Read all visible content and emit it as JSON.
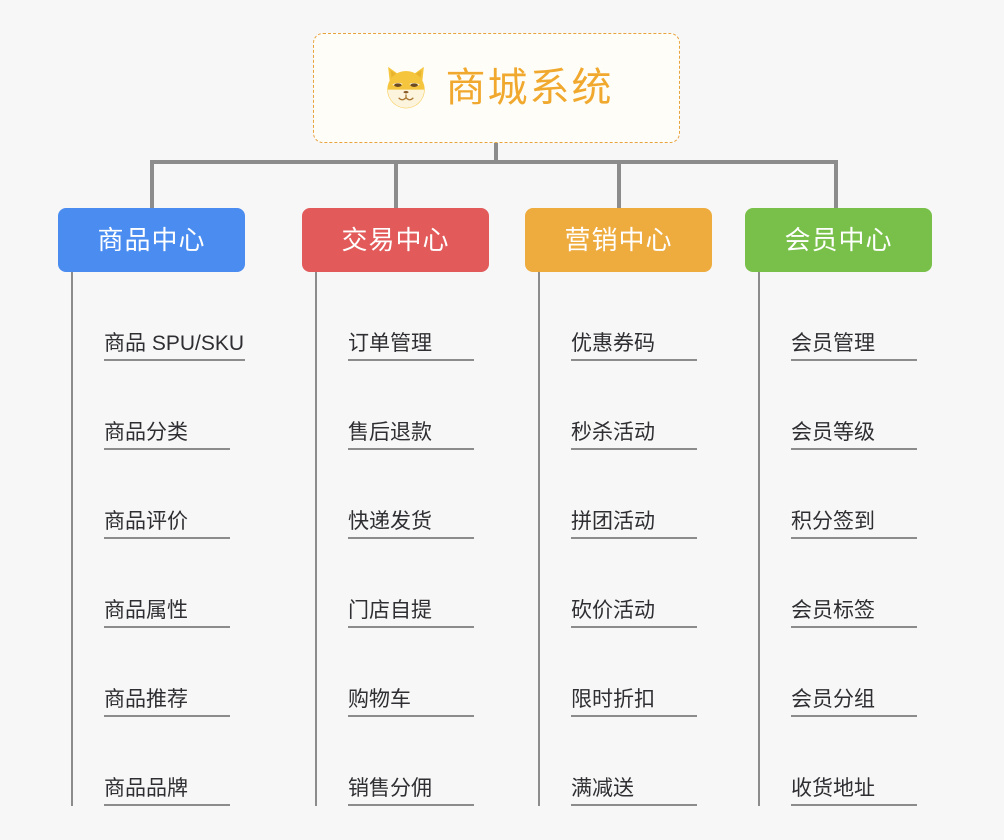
{
  "page": {
    "background_color": "#f7f7f7",
    "line_color": "#8c8c8c"
  },
  "root": {
    "icon": "shiba-dog-face-emoji",
    "title": "商城系统",
    "title_color": "#f0a92e",
    "border_color": "#e8a33d"
  },
  "columns": [
    {
      "title": "商品中心",
      "color": "#4a8cf0",
      "items": [
        "商品 SPU/SKU",
        "商品分类",
        "商品评价",
        "商品属性",
        "商品推荐",
        "商品品牌"
      ]
    },
    {
      "title": "交易中心",
      "color": "#e25a5a",
      "items": [
        "订单管理",
        "售后退款",
        "快递发货",
        "门店自提",
        "购物车",
        "销售分佣"
      ]
    },
    {
      "title": "营销中心",
      "color": "#eeab3e",
      "items": [
        "优惠券码",
        "秒杀活动",
        "拼团活动",
        "砍价活动",
        "限时折扣",
        "满减送"
      ]
    },
    {
      "title": "会员中心",
      "color": "#79c04a",
      "items": [
        "会员管理",
        "会员等级",
        "积分签到",
        "会员标签",
        "会员分组",
        "收货地址"
      ]
    }
  ]
}
